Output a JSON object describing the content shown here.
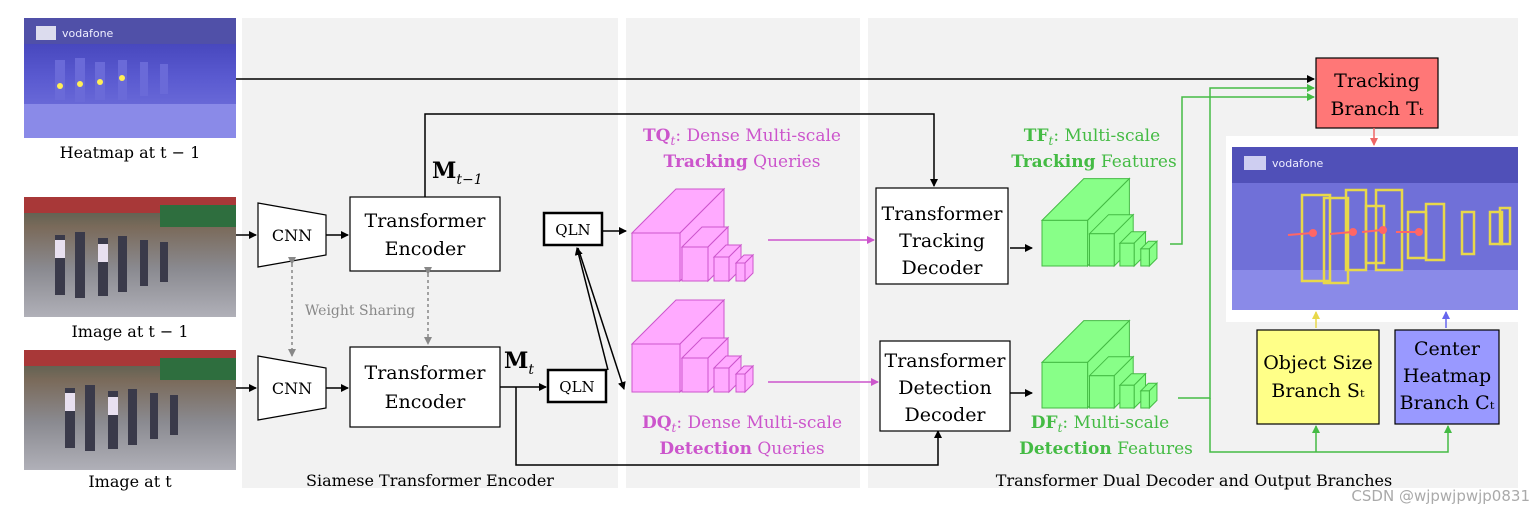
{
  "images": {
    "heatmap_prev": "Heatmap at t − 1",
    "image_prev": "Image at t − 1",
    "image_curr": "Image at t",
    "shop_sign": "vodafone"
  },
  "modules": {
    "cnn_top": "CNN",
    "cnn_bottom": "CNN",
    "encoder_top": [
      "Transformer",
      "Encoder"
    ],
    "encoder_bottom": [
      "Transformer",
      "Encoder"
    ],
    "qln_top": "QLN",
    "qln_bottom": "QLN",
    "tracking_decoder": [
      "Transformer",
      "Tracking",
      "Decoder"
    ],
    "detection_decoder": [
      "Transformer",
      "Detection",
      "Decoder"
    ],
    "tracking_branch": [
      "Tracking",
      "Branch Tₜ"
    ],
    "size_branch": [
      "Object Size",
      "Branch Sₜ"
    ],
    "heatmap_branch": [
      "Center",
      "Heatmap",
      "Branch Cₜ"
    ]
  },
  "memory": {
    "prev": {
      "base": "M",
      "sub": "t−1"
    },
    "curr": {
      "base": "M",
      "sub": "t"
    }
  },
  "weight_sharing": "Weight Sharing",
  "queries": {
    "tracking": {
      "sym": "TQ",
      "sub": "t",
      "line1": ": Dense Multi-scale",
      "bold": "Tracking",
      "rest": " Queries"
    },
    "detection": {
      "sym": "DQ",
      "sub": "t",
      "line1": ": Dense Multi-scale",
      "bold": "Detection",
      "rest": " Queries"
    }
  },
  "features": {
    "tracking": {
      "sym": "TF",
      "sub": "t",
      "line1": ": Multi-scale",
      "bold": "Tracking",
      "rest": " Features"
    },
    "detection": {
      "sym": "DF",
      "sub": "t",
      "line1": ": Multi-scale",
      "bold": "Detection",
      "rest": " Features"
    }
  },
  "sections": {
    "encoder": "Siamese Transformer Encoder",
    "decoder": "Transformer Dual Decoder and Output Branches"
  },
  "watermark": "CSDN @wjpwjpwjp0831",
  "colors": {
    "panel": "#f2f2f2",
    "query": "#cc55cc",
    "query_fill": "#ffaaff",
    "feature": "#44bb44",
    "feature_fill": "#88ff88",
    "tracking_branch": "#ff7777",
    "size_branch": "#ffff88",
    "heatmap_branch": "#9999ff",
    "box": "#e8d84a"
  }
}
